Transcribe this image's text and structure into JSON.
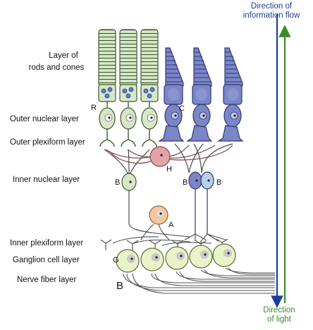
{
  "layers": {
    "rods_cones_line1": "Layer of",
    "rods_cones_line2": "rods and cones",
    "outer_nuclear": "Outer nuclear layer",
    "outer_plexiform": "Outer plexiform layer",
    "inner_nuclear": "Inner nuclear layer",
    "inner_plexiform": "Inner plexiform layer",
    "ganglion": "Ganglion cell layer",
    "nerve_fiber": "Nerve fiber layer"
  },
  "cell_letters": {
    "rod": "R",
    "cone": "C",
    "horizontal": "H",
    "bipolar_rod": "B",
    "bipolar_cone_1": "B",
    "bipolar_cone_2": "B",
    "amacrine": "A",
    "ganglion": "G"
  },
  "panel_letter": "B",
  "arrows": {
    "information_line1": "Direction of",
    "information_line2": "information flow",
    "light_line1": "Direction",
    "light_line2": "of light"
  },
  "colors": {
    "rod": "#d8e7c8",
    "rod_stroke": "#3d5a32",
    "cone": "#7b86c7",
    "cone_stroke": "#2f3775",
    "horizontal": "#e3a4a8",
    "amacrine": "#f3c7a0",
    "bipolar_light": "#b9d0ea",
    "ganglion": "#e9f3c9",
    "information_arrow": "#1e3d9a",
    "light_arrow": "#3a8c2a"
  }
}
